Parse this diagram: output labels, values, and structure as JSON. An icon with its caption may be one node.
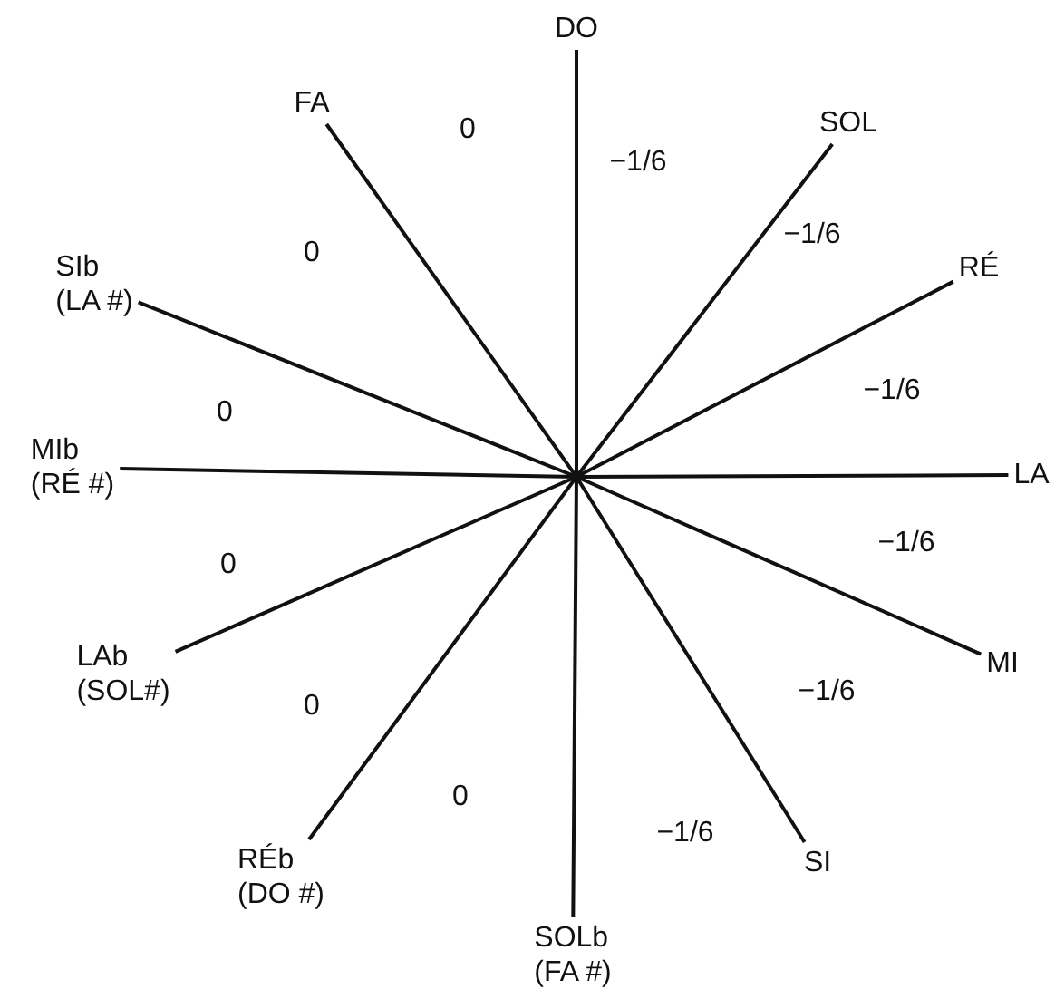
{
  "diagram": {
    "nodes": [
      {
        "text": [
          "DO"
        ]
      },
      {
        "text": [
          "FA"
        ]
      },
      {
        "text": [
          "SOL"
        ]
      },
      {
        "text": [
          "RÉ"
        ]
      },
      {
        "text": [
          "SIb",
          "(LA #)"
        ]
      },
      {
        "text": [
          "MIb",
          "(RÉ #)"
        ]
      },
      {
        "text": [
          "LA"
        ]
      },
      {
        "text": [
          "LAb",
          "(SOL#)"
        ]
      },
      {
        "text": [
          "MI"
        ]
      },
      {
        "text": [
          "RÉb",
          "(DO #)"
        ]
      },
      {
        "text": [
          "SI"
        ]
      },
      {
        "text": [
          "SOLb",
          "(FA #)"
        ]
      }
    ],
    "edges": [
      {
        "from": 0,
        "to": 11,
        "arrow": "none"
      },
      {
        "from": 1,
        "to": 10,
        "arrow": "none"
      },
      {
        "from": 2,
        "to": 9,
        "arrow": "none"
      },
      {
        "from": 3,
        "to": 7,
        "arrow": "none"
      },
      {
        "from": 6,
        "to": 5,
        "arrow": "none"
      },
      {
        "from": 8,
        "to": 4,
        "arrow": "none"
      }
    ],
    "labels": [
      "0",
      "−1/6",
      "−1/6",
      "0",
      "−1/6",
      "0",
      "−1/6",
      "0",
      "−1/6",
      "0",
      "0",
      "−1/6"
    ]
  }
}
